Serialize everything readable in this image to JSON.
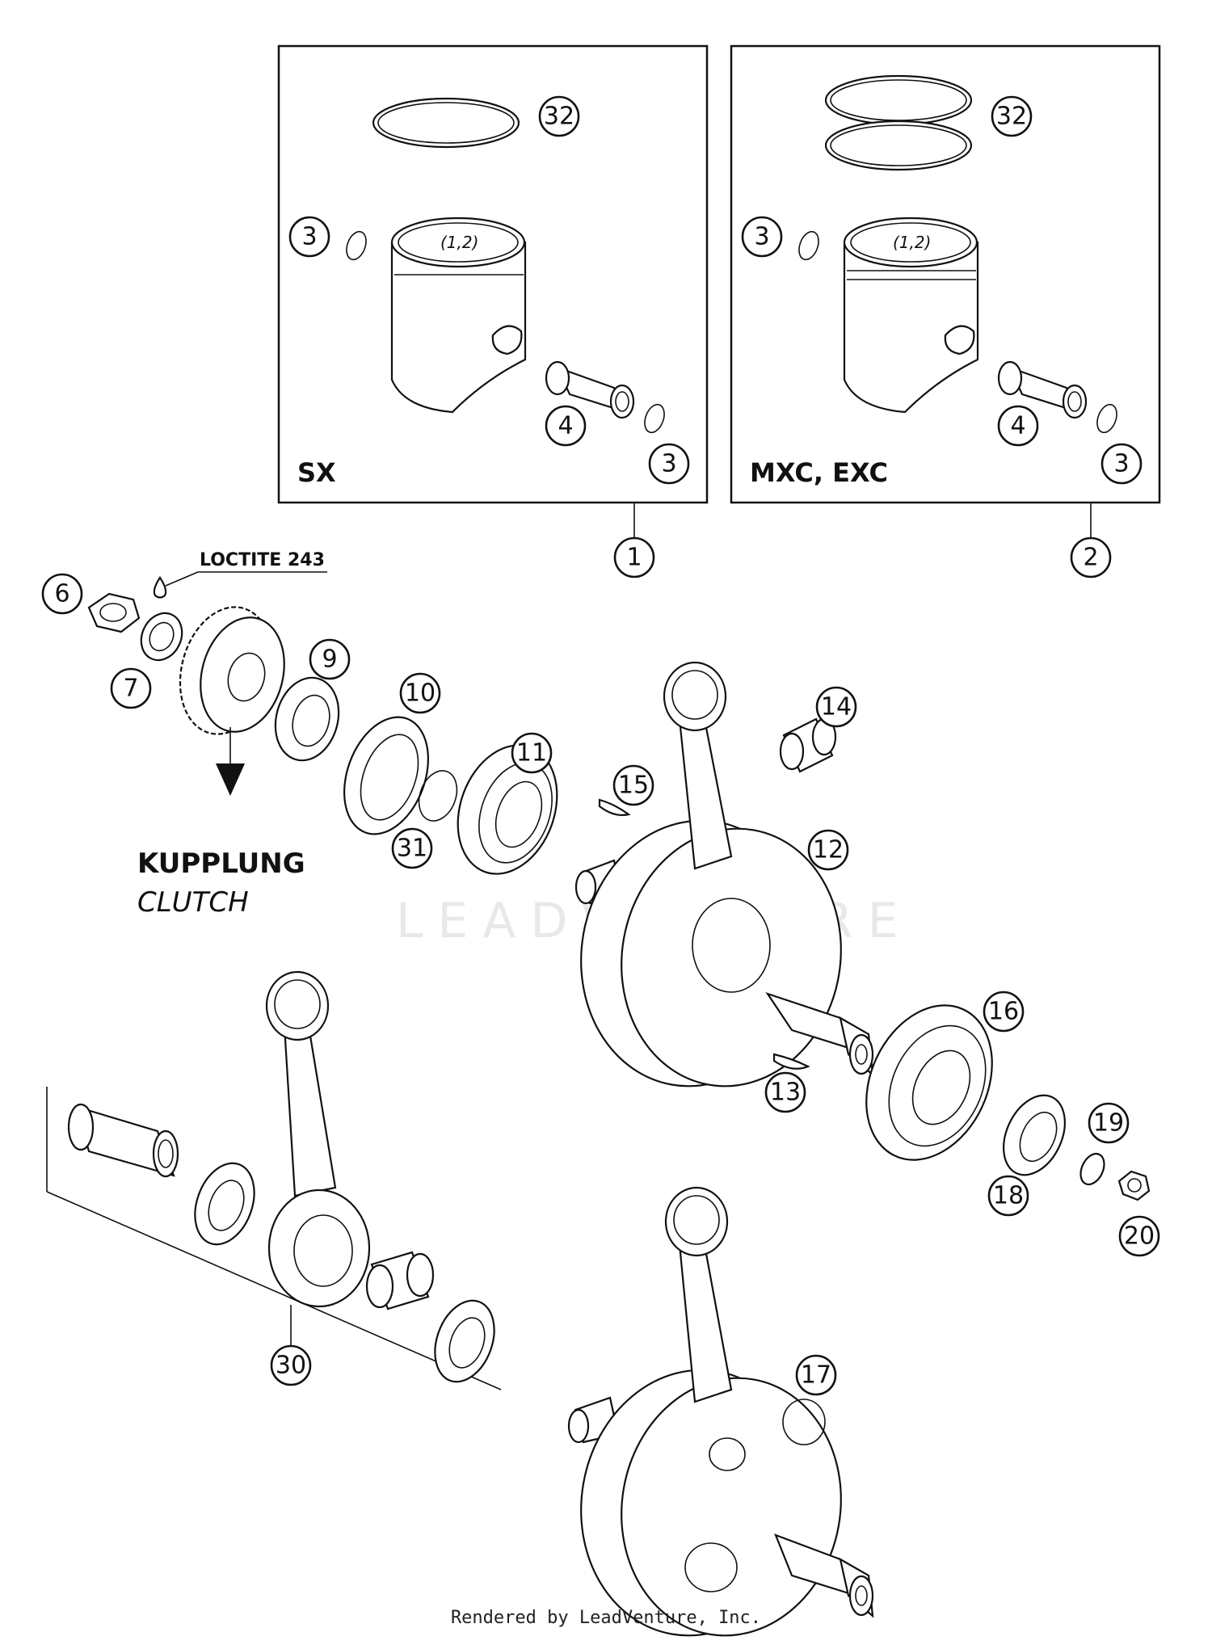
{
  "labels": {
    "box_left": "SX",
    "box_right": "MXC, EXC",
    "piston_mark": "(1,2)",
    "loctite": "LOCTITE 243",
    "kupplung": "KUPPLUNG",
    "clutch": "CLUTCH",
    "watermark": "LEADVENTURE"
  },
  "footer": "Rendered by LeadVenture, Inc.",
  "callouts": [
    "1",
    "2",
    "3",
    "3",
    "3",
    "3",
    "4",
    "4",
    "6",
    "7",
    "9",
    "10",
    "11",
    "12",
    "13",
    "14",
    "15",
    "16",
    "17",
    "18",
    "19",
    "20",
    "30",
    "31",
    "32",
    "32"
  ]
}
